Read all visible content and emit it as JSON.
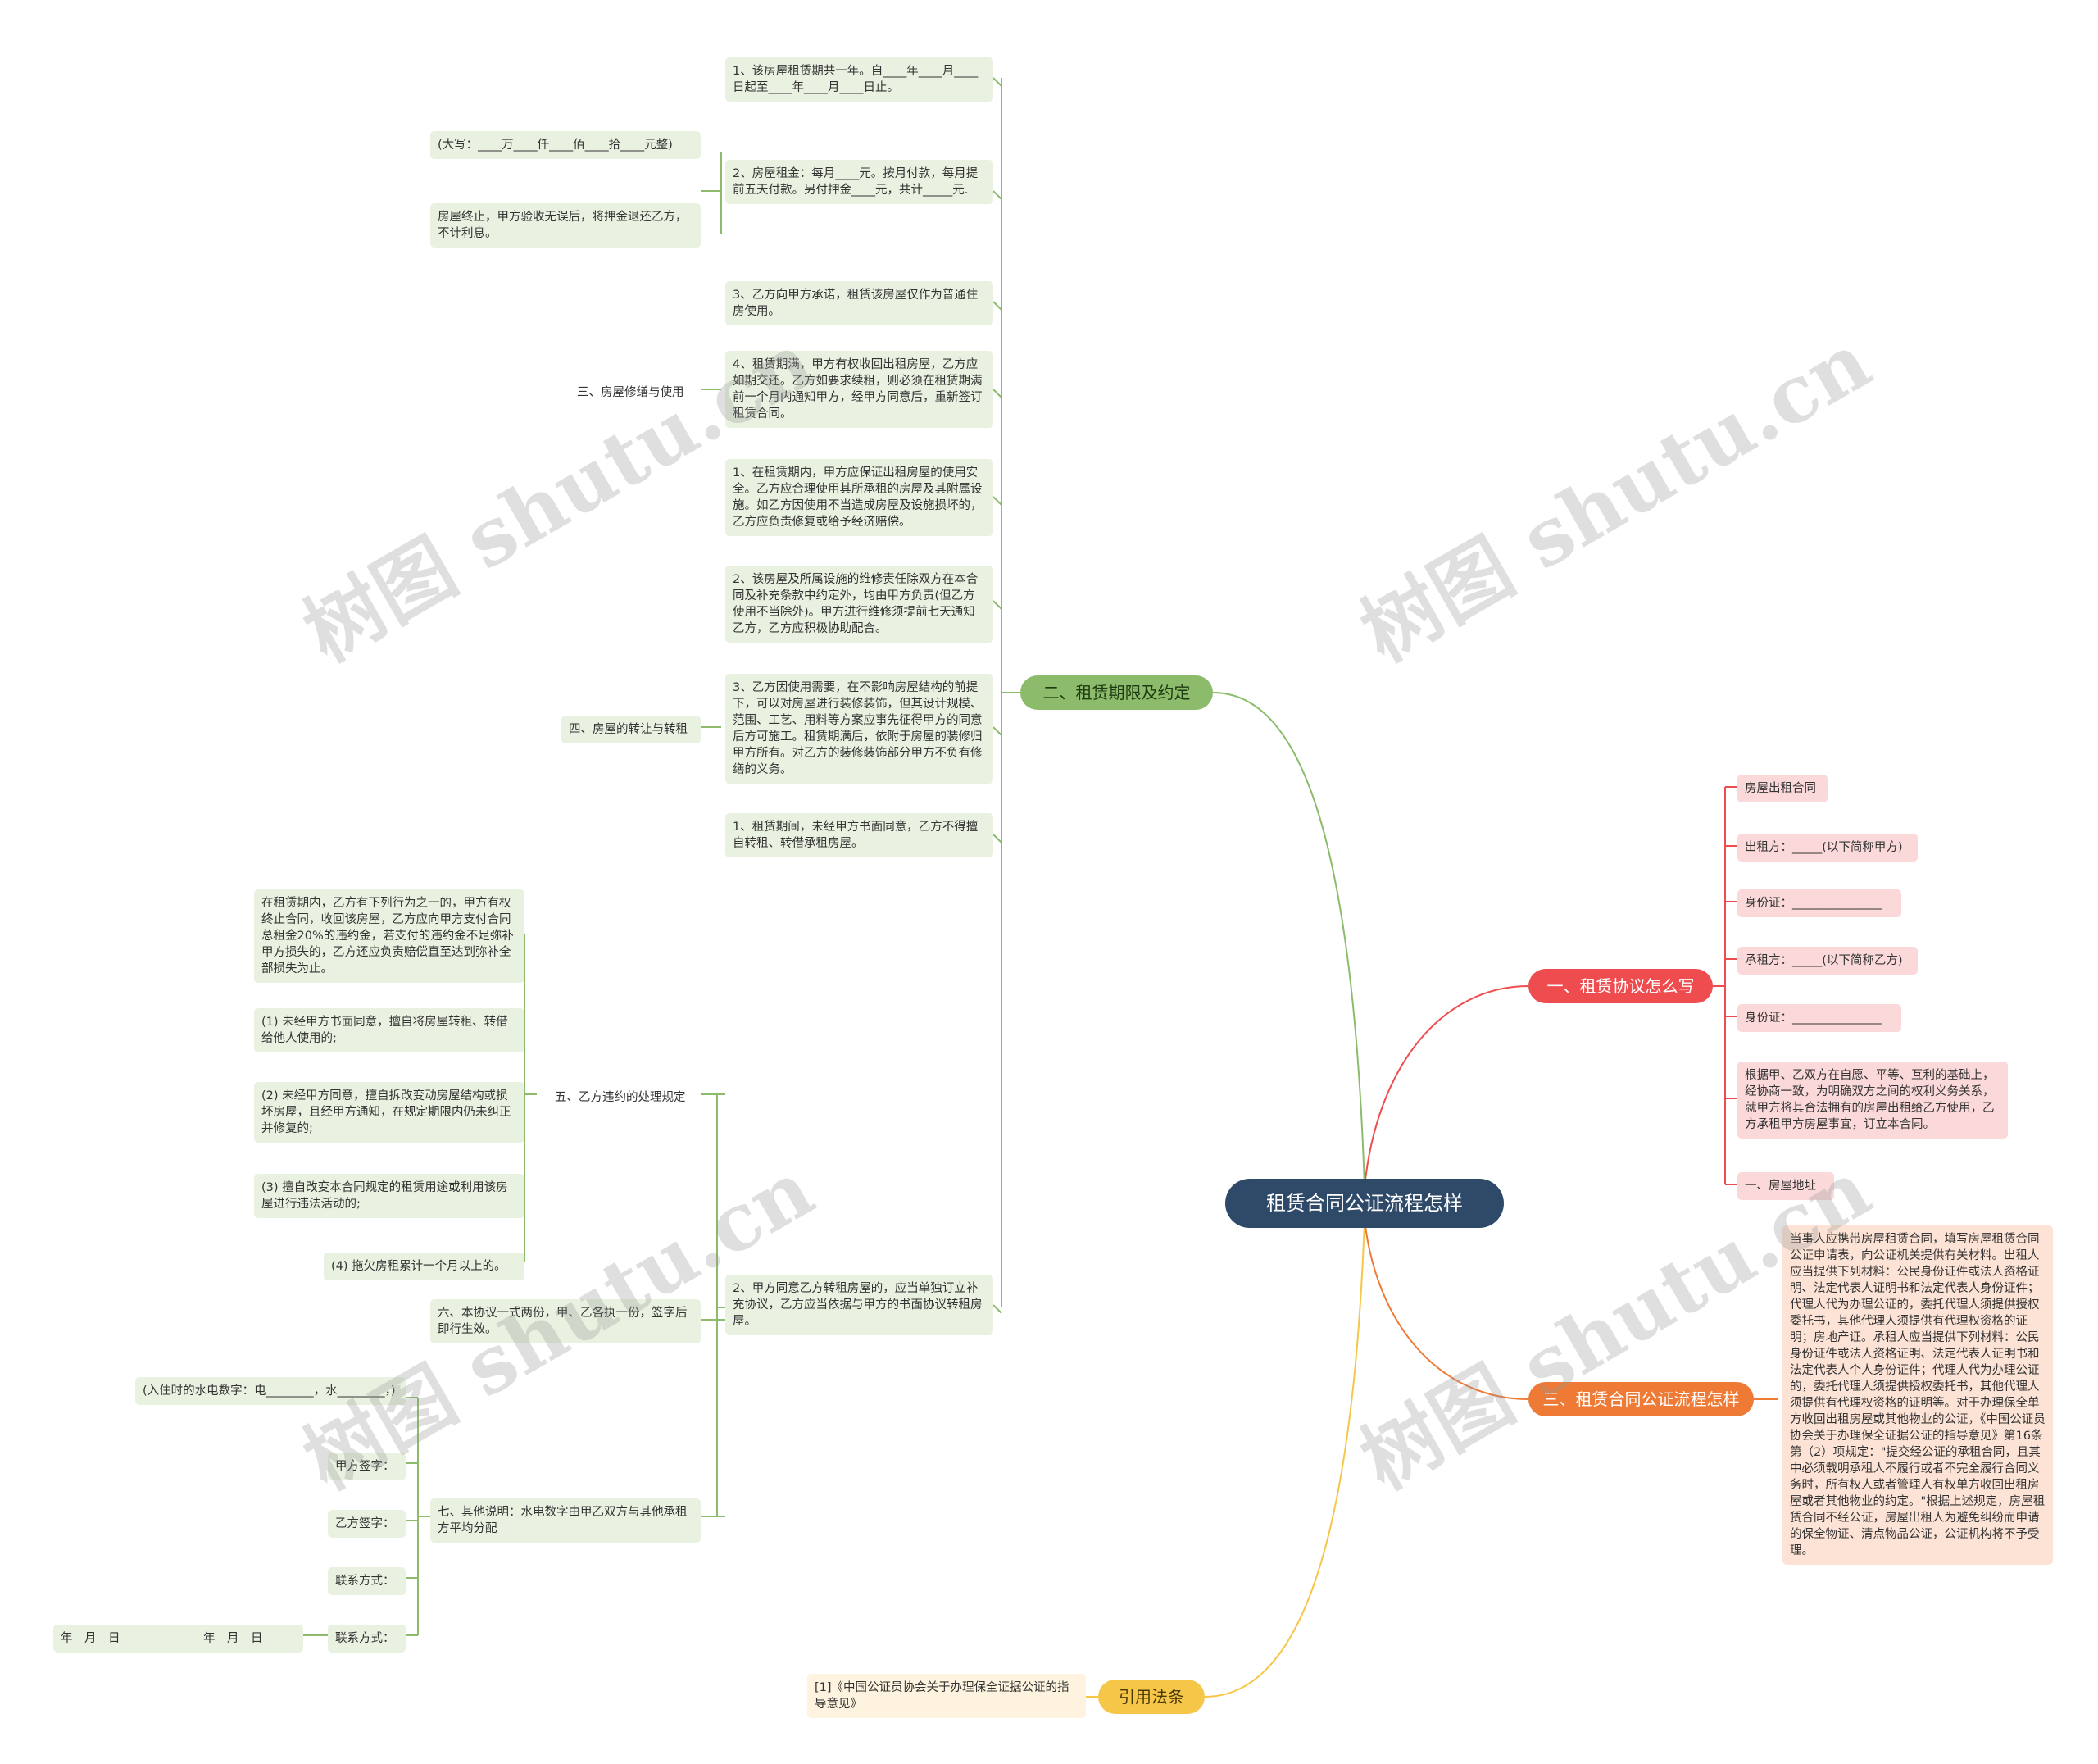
{
  "root": "租赁合同公证流程怎样",
  "branches": {
    "b2": "二、租赁期限及约定",
    "b1": "一、租赁协议怎么写",
    "b3": "三、租赁合同公证流程怎样",
    "b4": "引用法条"
  },
  "green": {
    "n1": "1、该房屋租赁期共一年。自____年____月____日起至____年____月____日止。",
    "n2": "2、房屋租金：每月____元。按月付款，每月提前五天付款。另付押金____元，共计_____元.",
    "n2a": "(大写：____万____仟____佰____拾____元整)",
    "n2b": "房屋终止，甲方验收无误后，将押金退还乙方，不计利息。",
    "n3": "3、乙方向甲方承诺，租赁该房屋仅作为普通住房使用。",
    "n4": "4、租赁期满，甲方有权收回出租房屋，乙方应如期交还。乙方如要求续租，则必须在租赁期满前一个月内通知甲方，经甲方同意后，重新签订租赁合同。",
    "s3": "三、房屋修缮与使用",
    "n5": "1、在租赁期内，甲方应保证出租房屋的使用安全。乙方应合理使用其所承租的房屋及其附属设施。如乙方因使用不当造成房屋及设施损坏的，乙方应负责修复或给予经济赔偿。",
    "n6": "2、该房屋及所属设施的维修责任除双方在本合同及补充条款中约定外，均由甲方负责(但乙方使用不当除外)。甲方进行维修须提前七天通知乙方，乙方应积极协助配合。",
    "n7": "3、乙方因使用需要，在不影响房屋结构的前提下，可以对房屋进行装修装饰，但其设计规模、范围、工艺、用料等方案应事先征得甲方的同意后方可施工。租赁期满后，依附于房屋的装修归甲方所有。对乙方的装修装饰部分甲方不负有修缮的义务。",
    "s4": "四、房屋的转让与转租",
    "n8": "1、租赁期间，未经甲方书面同意，乙方不得擅自转租、转借承租房屋。",
    "v0": "在租赁期内，乙方有下列行为之一的，甲方有权终止合同，收回该房屋，乙方应向甲方支付合同总租金20%的违约金，若支付的违约金不足弥补甲方损失的，乙方还应负责赔偿直至达到弥补全部损失为止。",
    "v1": "(1) 未经甲方书面同意，擅自将房屋转租、转借给他人使用的;",
    "v2": "(2) 未经甲方同意，擅自拆改变动房屋结构或损坏房屋，且经甲方通知，在规定期限内仍未纠正并修复的;",
    "v3": "(3) 擅自改变本合同规定的租赁用途或利用该房屋进行违法活动的;",
    "v4": "(4) 拖欠房租累计一个月以上的。",
    "s5": "五、乙方违约的处理规定",
    "s6": "六、本协议一式两份，甲、乙各执一份，签字后即行生效。",
    "e1": "(入住时的水电数字：电________，水________，)",
    "e2": "甲方签字：",
    "e3": "乙方签字：",
    "e4": "联系方式：",
    "e5": "联系方式：",
    "e6": "年　月　日　　　　　　　年　月　日",
    "s7": "七、其他说明：水电数字由甲乙双方与其他承租方平均分配",
    "n9": "2、甲方同意乙方转租房屋的，应当单独订立补充协议，乙方应当依据与甲方的书面协议转租房屋。"
  },
  "red": {
    "r1": "房屋出租合同",
    "r2": "出租方：_____(以下简称甲方)",
    "r3": "身份证：_______________",
    "r4": "承租方：_____(以下简称乙方)",
    "r5": "身份证：_______________",
    "r6": "根据甲、乙双方在自愿、平等、互利的基础上，经协商一致，为明确双方之间的权利义务关系，就甲方将其合法拥有的房屋出租给乙方使用，乙方承租甲方房屋事宜，订立本合同。",
    "r7": "一、房屋地址"
  },
  "orange": {
    "o1": "当事人应携带房屋租赁合同，填写房屋租赁合同公证申请表，向公证机关提供有关材料。出租人应当提供下列材料：公民身份证件或法人资格证明、法定代表人证明书和法定代表人身份证件；代理人代为办理公证的，委托代理人须提供授权委托书，其他代理人须提供有代理权资格的证明；房地产证。承租人应当提供下列材料：公民身份证件或法人资格证明、法定代表人证明书和法定代表人个人身份证件；代理人代为办理公证的，委托代理人须提供授权委托书，其他代理人须提供有代理权资格的证明等。对于办理保全单方收回出租房屋或其他物业的公证，《中国公证员协会关于办理保全证据公证的指导意见》第16条第（2）项规定：\"提交经公证的承租合同，且其中必须载明承租人不履行或者不完全履行合同义务时，所有权人或者管理人有权单方收回出租房屋或者其他物业的约定。\"根据上述规定，房屋租赁合同不经公证，房屋出租人为避免纠纷而申请的保全物证、清点物品公证，公证机构将不予受理。"
  },
  "yellow": {
    "y1": "[1]《中国公证员协会关于办理保全证据公证的指导意见》"
  },
  "watermark": "树图 shutu.cn",
  "colors": {
    "root": "#2f4a68",
    "green": "#8cbc6b",
    "red": "#ee4c4f",
    "orange": "#ee7a35",
    "yellow": "#f6c648"
  }
}
